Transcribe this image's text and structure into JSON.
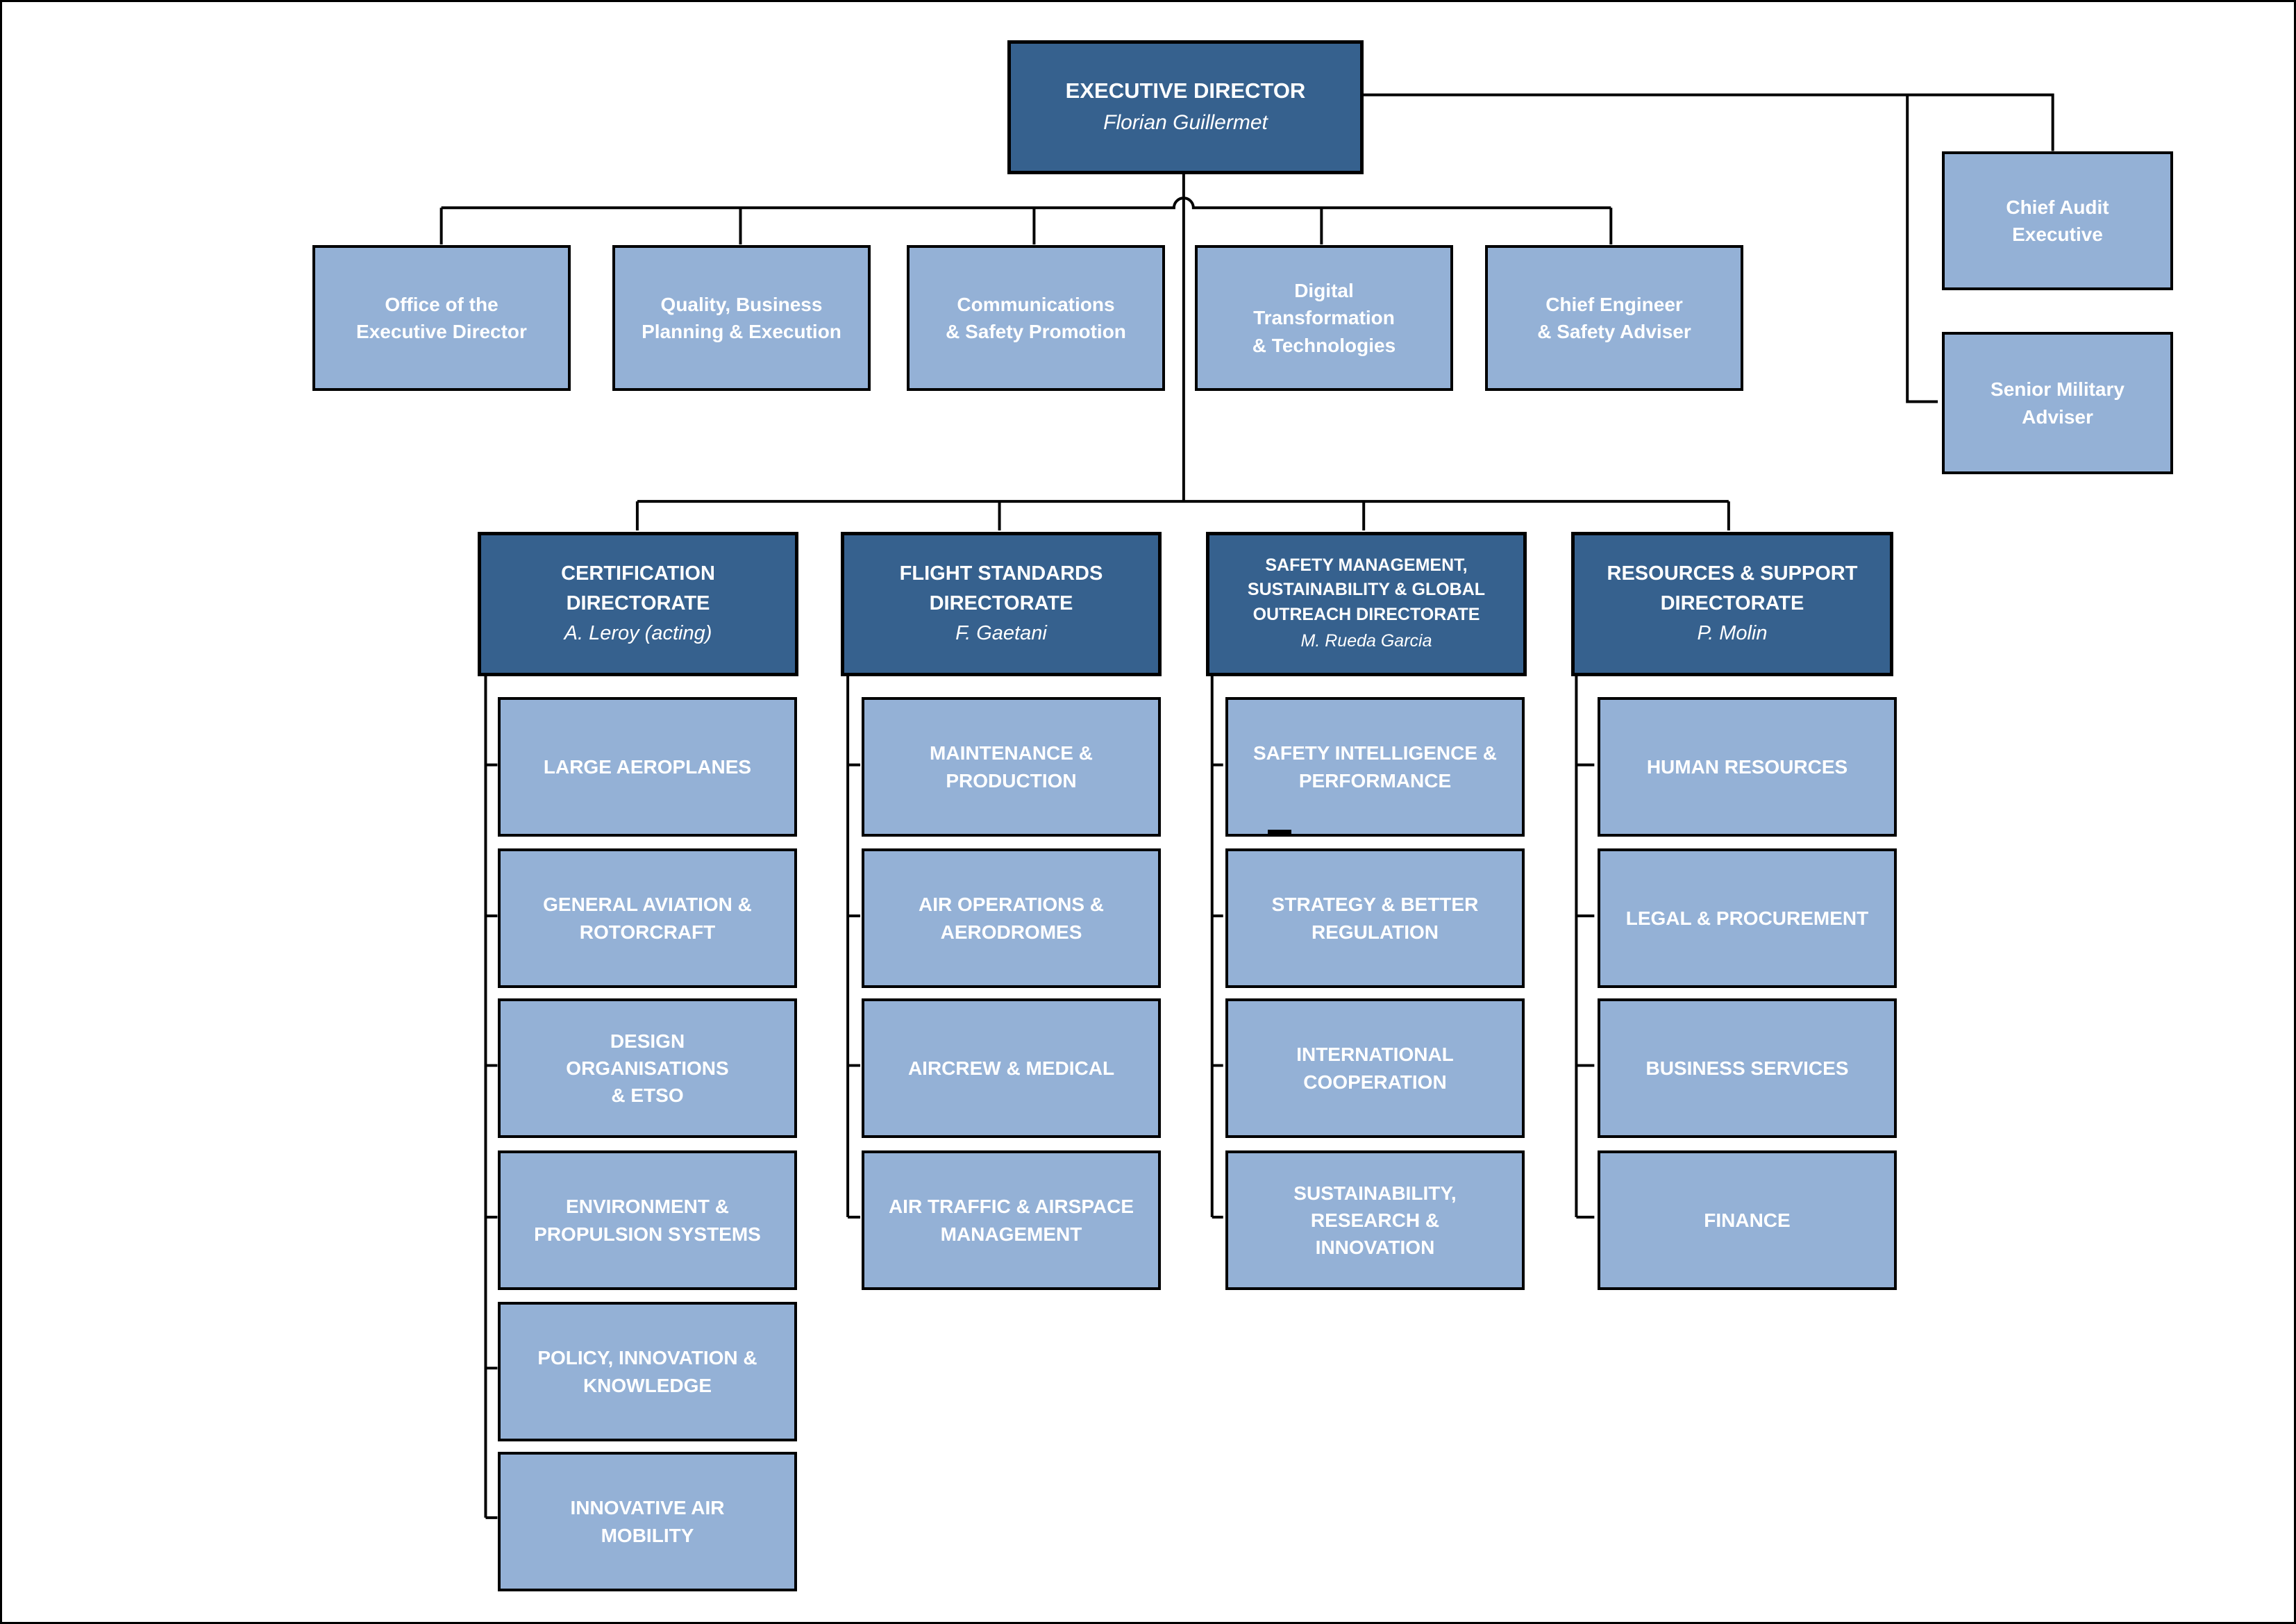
{
  "colors": {
    "dark_blue": "#36618E",
    "light_blue": "#94B1D6",
    "line": "#000000",
    "background": "#FFFFFF",
    "text": "#FFFFFF"
  },
  "executive": {
    "title": "EXECUTIVE DIRECTOR",
    "name": "Florian Guillermet"
  },
  "staff_offices": [
    {
      "label": "Office of the\nExecutive Director"
    },
    {
      "label": "Quality, Business\nPlanning & Execution"
    },
    {
      "label": "Communications\n& Safety Promotion"
    },
    {
      "label": "Digital\nTransformation\n& Technologies"
    },
    {
      "label": "Chief Engineer\n& Safety Adviser"
    }
  ],
  "advisers": [
    {
      "label": "Chief Audit\nExecutive"
    },
    {
      "label": "Senior Military\nAdviser"
    }
  ],
  "directorates": [
    {
      "title": "CERTIFICATION\nDIRECTORATE",
      "head": "A. Leroy (acting)",
      "units": [
        {
          "label": "LARGE AEROPLANES"
        },
        {
          "label": "GENERAL AVIATION &\nROTORCRAFT"
        },
        {
          "label": "DESIGN\nORGANISATIONS\n& ETSO"
        },
        {
          "label": "ENVIRONMENT &\nPROPULSION SYSTEMS"
        },
        {
          "label": "POLICY, INNOVATION &\nKNOWLEDGE"
        },
        {
          "label": "INNOVATIVE AIR\nMOBILITY"
        }
      ]
    },
    {
      "title": "FLIGHT STANDARDS\nDIRECTORATE",
      "head": "F. Gaetani",
      "units": [
        {
          "label": "MAINTENANCE &\nPRODUCTION"
        },
        {
          "label": "AIR OPERATIONS &\nAERODROMES"
        },
        {
          "label": "AIRCREW & MEDICAL"
        },
        {
          "label": "AIR TRAFFIC & AIRSPACE\nMANAGEMENT"
        }
      ]
    },
    {
      "title": "SAFETY MANAGEMENT,\nSUSTAINABILITY & GLOBAL\nOUTREACH DIRECTORATE",
      "head": "M. Rueda Garcia",
      "units": [
        {
          "label": "SAFETY INTELLIGENCE &\nPERFORMANCE"
        },
        {
          "label": "STRATEGY & BETTER\nREGULATION"
        },
        {
          "label": "INTERNATIONAL\nCOOPERATION"
        },
        {
          "label": "SUSTAINABILITY,\nRESEARCH &\nINNOVATION"
        }
      ]
    },
    {
      "title": "RESOURCES & SUPPORT\nDIRECTORATE",
      "head": "P. Molin",
      "units": [
        {
          "label": "HUMAN RESOURCES"
        },
        {
          "label": "LEGAL & PROCUREMENT"
        },
        {
          "label": "BUSINESS SERVICES"
        },
        {
          "label": "FINANCE"
        }
      ]
    }
  ]
}
